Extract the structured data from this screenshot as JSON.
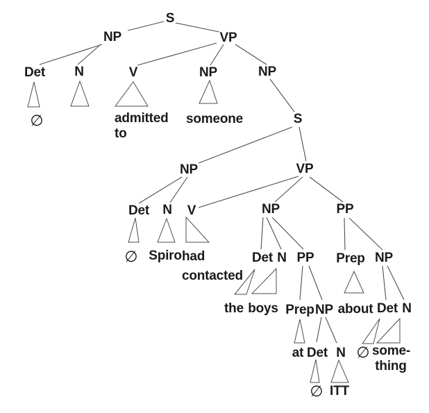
{
  "figure": {
    "kind": "constituency-parse-tree",
    "empty_symbol": "∅",
    "text_color": "#1a1a1a",
    "line_color": "#4d4d4d",
    "background": "#ffffff"
  },
  "tree": {
    "s1": {
      "label": "S"
    },
    "np1": {
      "label": "NP"
    },
    "det1": {
      "label": "Det",
      "leaf": "∅"
    },
    "n1": {
      "label": "N"
    },
    "vp1": {
      "label": "VP"
    },
    "v1": {
      "label": "V",
      "leaf": "admitted\nto"
    },
    "np2": {
      "label": "NP",
      "leaf": "someone"
    },
    "np3": {
      "label": "NP"
    },
    "s2": {
      "label": "S"
    },
    "np4": {
      "label": "NP"
    },
    "det2": {
      "label": "Det",
      "leaf": "∅"
    },
    "n2": {
      "label": "N",
      "leaf": "Spiro"
    },
    "vp2": {
      "label": "VP"
    },
    "v2": {
      "label": "V",
      "leaf": "had\ncontacted"
    },
    "np5": {
      "label": "NP"
    },
    "det3": {
      "label": "Det",
      "leaf": "the"
    },
    "n3": {
      "label": "N",
      "leaf": "boys"
    },
    "pp1": {
      "label": "PP"
    },
    "prep1": {
      "label": "Prep",
      "leaf": "at"
    },
    "np6": {
      "label": "NP"
    },
    "det4": {
      "label": "Det",
      "leaf": "∅"
    },
    "n4": {
      "label": "N",
      "leaf": "ITT"
    },
    "pp2": {
      "label": "PP"
    },
    "prep2": {
      "label": "Prep",
      "leaf": "about"
    },
    "np7": {
      "label": "NP"
    },
    "det5": {
      "label": "Det",
      "leaf": "∅"
    },
    "n5": {
      "label": "N",
      "leaf": "some-\nthing"
    }
  },
  "constituency": "[S [NP [Det ∅] [N]] [VP [V admitted to] [NP someone] [NP [S [NP [Det ∅] [N Spiro]] [VP [V had contacted] [NP [Det the] [N boys] [PP [Prep at] [NP [Det ∅] [N ITT]]]] [PP [Prep about] [NP [Det ∅] [N some-thing]]]]]]]]"
}
